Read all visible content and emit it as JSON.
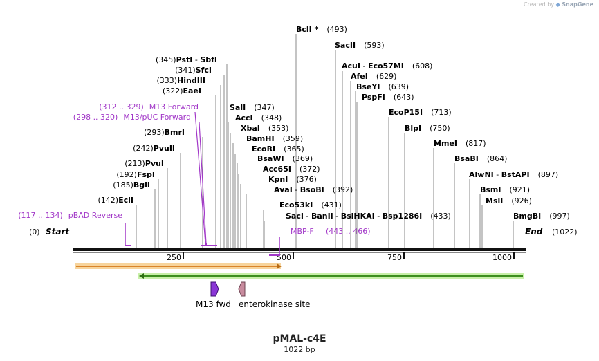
{
  "credit": {
    "prefix": "Created by",
    "brand": "SnapGene"
  },
  "map": {
    "name": "pMAL-c4E",
    "length_label": "1022 bp",
    "start_label": "Start",
    "start_pos": "(0)",
    "end_label": "End",
    "end_pos": "(1022)",
    "ticks": [
      "250",
      "500",
      "750",
      "1000"
    ]
  },
  "sites": [
    {
      "name": "BclI *",
      "pos": "(493)"
    },
    {
      "name": "SacII",
      "pos": "(593)"
    },
    {
      "name": "AcuI - Eco57MI",
      "pos": "(608)"
    },
    {
      "name": "AfeI",
      "pos": "(629)"
    },
    {
      "name": "BseYI",
      "pos": "(639)"
    },
    {
      "name": "PspFI",
      "pos": "(643)"
    },
    {
      "name": "EcoP15I",
      "pos": "(713)"
    },
    {
      "name": "BlpI",
      "pos": "(750)"
    },
    {
      "name": "MmeI",
      "pos": "(817)"
    },
    {
      "name": "BsaBI",
      "pos": "(864)"
    },
    {
      "name": "AlwNI - BstAPI",
      "pos": "(897)"
    },
    {
      "name": "BsmI",
      "pos": "(921)"
    },
    {
      "name": "MslI",
      "pos": "(926)"
    },
    {
      "name": "BmgBI",
      "pos": "(997)"
    },
    {
      "name": "PstI - SbfI",
      "pos": "(345)"
    },
    {
      "name": "SfcI",
      "pos": "(341)"
    },
    {
      "name": "HindIII",
      "pos": "(333)"
    },
    {
      "name": "EaeI",
      "pos": "(322)"
    },
    {
      "name": "BmrI",
      "pos": "(293)"
    },
    {
      "name": "PvuII",
      "pos": "(242)"
    },
    {
      "name": "PvuI",
      "pos": "(213)"
    },
    {
      "name": "FspI",
      "pos": "(192)"
    },
    {
      "name": "BglI",
      "pos": "(185)"
    },
    {
      "name": "EciI",
      "pos": "(142)"
    },
    {
      "name": "SalI",
      "pos": "(347)"
    },
    {
      "name": "AccI",
      "pos": "(348)"
    },
    {
      "name": "XbaI",
      "pos": "(353)"
    },
    {
      "name": "BamHI",
      "pos": "(359)"
    },
    {
      "name": "EcoRI",
      "pos": "(365)"
    },
    {
      "name": "BsaWI",
      "pos": "(369)"
    },
    {
      "name": "Acc65I",
      "pos": "(372)"
    },
    {
      "name": "KpnI",
      "pos": "(376)"
    },
    {
      "name": "AvaI - BsoBI",
      "pos": "(392)"
    },
    {
      "name": "Eco53kI",
      "pos": "(431)"
    },
    {
      "name": "SacI - BanII - BsiHKAI - Bsp1286I",
      "pos": "(433)"
    }
  ],
  "primers": [
    {
      "label": "M13 Forward",
      "range": "(312 .. 329)"
    },
    {
      "label": "M13/pUC Forward",
      "range": "(298 .. 320)"
    },
    {
      "label": "pBAD Reverse",
      "range": "(117 .. 134)"
    },
    {
      "label": "MBP-F",
      "range": "(443 .. 466)"
    }
  ],
  "features": [
    {
      "label": "M13 fwd"
    },
    {
      "label": "enterokinase site"
    }
  ],
  "colors": {
    "enzyme": "#000000",
    "primer": "#a238c8",
    "orange_bar": "#f2a341",
    "green_bar": "#9be05a",
    "m13_feature": "#8a36d6",
    "entero_feature": "#c88b9e",
    "leader": "#8a8a8a"
  }
}
